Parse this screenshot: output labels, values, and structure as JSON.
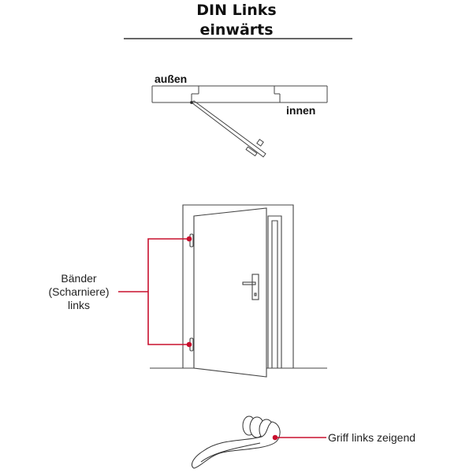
{
  "title": {
    "line1": "DIN Links",
    "line2": "einwärts"
  },
  "plan": {
    "outside_label": "außen",
    "inside_label": "innen"
  },
  "door": {
    "hinge_label_lines": [
      "Bänder",
      "(Scharniere)",
      "links"
    ]
  },
  "handle": {
    "label": "Griff links zeigend"
  },
  "colors": {
    "accent": "#c8102e",
    "line": "#333333"
  }
}
